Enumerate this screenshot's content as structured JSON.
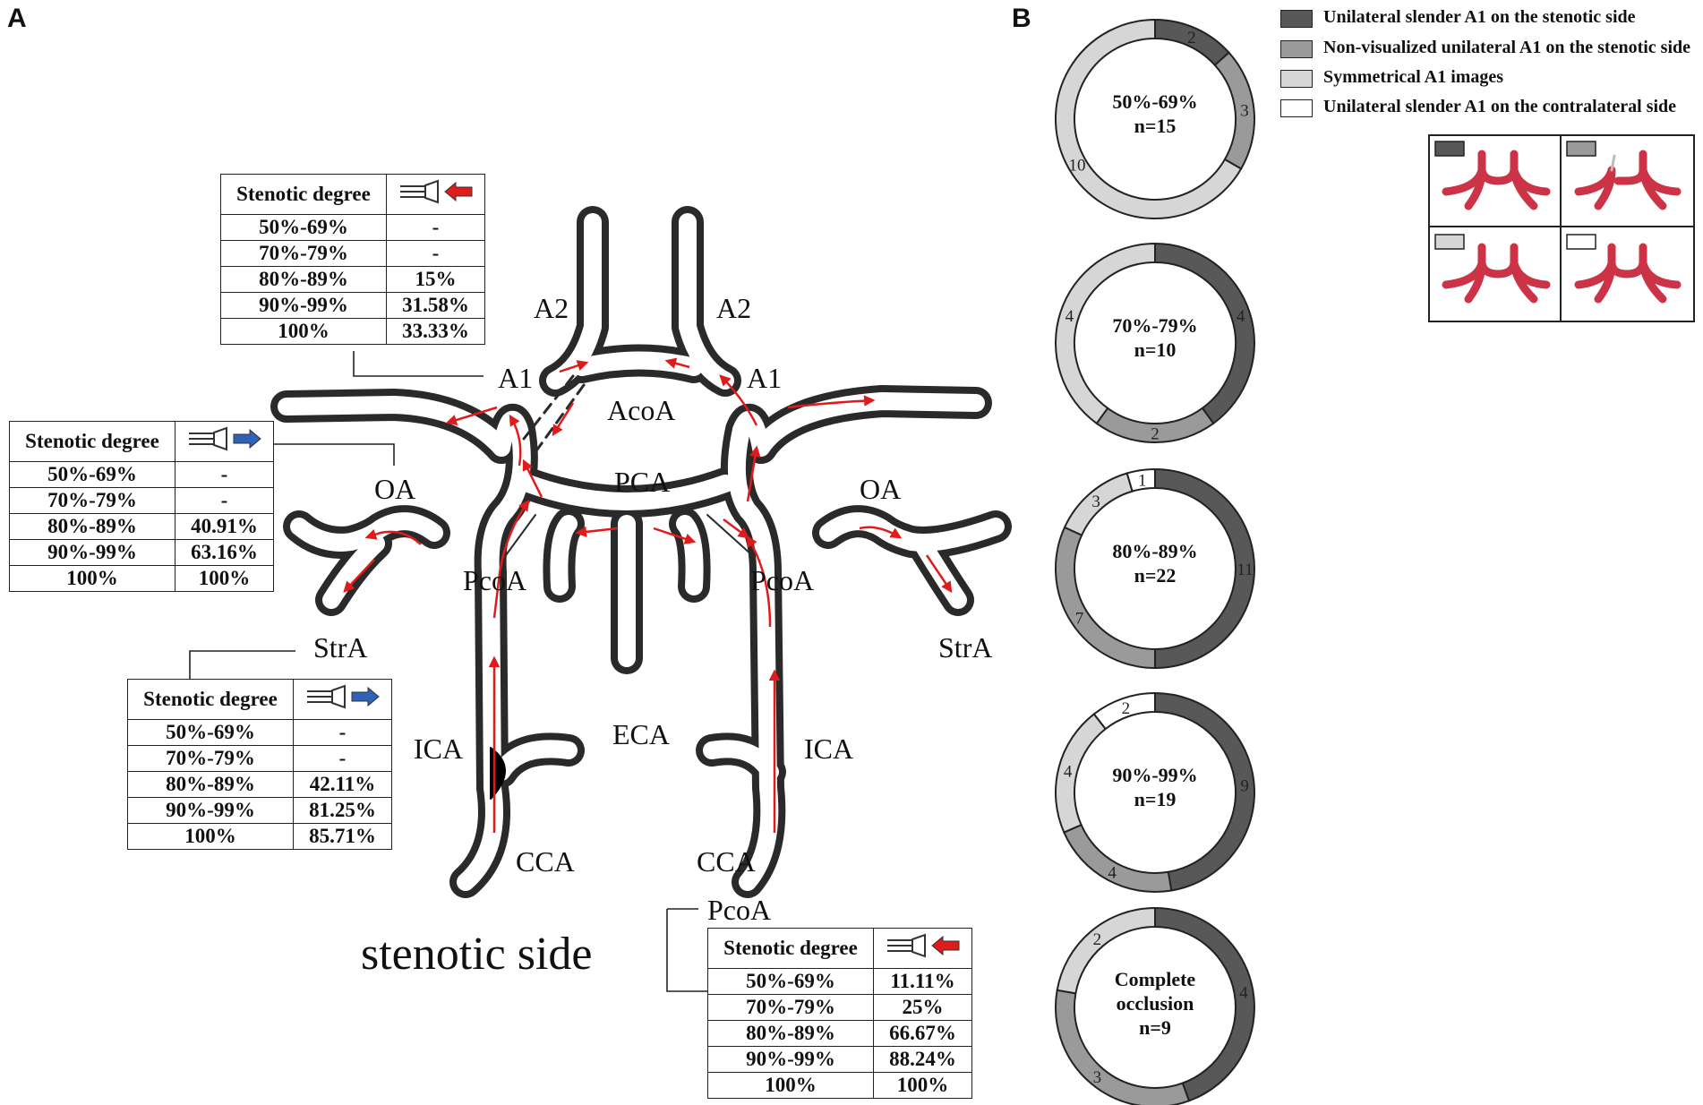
{
  "panel_a": {
    "letter": "A",
    "labels": {
      "a2_left": "A2",
      "a2_right": "A2",
      "a1_left": "A1",
      "a1_right": "A1",
      "acoa": "AcoA",
      "pca": "PCA",
      "oa_left": "OA",
      "oa_right": "OA",
      "pcoa_left": "PcoA",
      "pcoa_right": "PcoA",
      "pcoa_table": "PcoA",
      "stra_left": "StrA",
      "stra_right": "StrA",
      "ica_left": "ICA",
      "ica_right": "ICA",
      "eca": "ECA",
      "cca_left": "CCA",
      "cca_right": "CCA",
      "stenotic_side": "stenotic side"
    },
    "tables": {
      "a1": {
        "header": "Stenotic degree",
        "arrow": "red-left",
        "rows": [
          [
            "50%-69%",
            "-"
          ],
          [
            "70%-79%",
            "-"
          ],
          [
            "80%-89%",
            "15%"
          ],
          [
            "90%-99%",
            "31.58%"
          ],
          [
            "100%",
            "33.33%"
          ]
        ]
      },
      "oa": {
        "header": "Stenotic degree",
        "arrow": "blue-right",
        "rows": [
          [
            "50%-69%",
            "-"
          ],
          [
            "70%-79%",
            "-"
          ],
          [
            "80%-89%",
            "40.91%"
          ],
          [
            "90%-99%",
            "63.16%"
          ],
          [
            "100%",
            "100%"
          ]
        ]
      },
      "stra": {
        "header": "Stenotic degree",
        "arrow": "blue-right",
        "rows": [
          [
            "50%-69%",
            "-"
          ],
          [
            "70%-79%",
            "-"
          ],
          [
            "80%-89%",
            "42.11%"
          ],
          [
            "90%-99%",
            "81.25%"
          ],
          [
            "100%",
            "85.71%"
          ]
        ]
      },
      "pcoa": {
        "header": "Stenotic degree",
        "arrow": "red-left",
        "rows": [
          [
            "50%-69%",
            "11.11%"
          ],
          [
            "70%-79%",
            "25%"
          ],
          [
            "80%-89%",
            "66.67%"
          ],
          [
            "90%-99%",
            "88.24%"
          ],
          [
            "100%",
            "100%"
          ]
        ]
      }
    },
    "colors": {
      "vessel": "#2a2a2a",
      "flow_arrow": "#e01b1b",
      "blue_arrow": "#2e63b8"
    }
  },
  "panel_b": {
    "letter": "B",
    "legend": [
      {
        "label": "Unilateral slender A1 on the stenotic side",
        "color": "#585858"
      },
      {
        "label": "Non-visualized unilateral A1 on the stenotic side",
        "color": "#9a9a9a"
      },
      {
        "label": "Symmetrical A1 images",
        "color": "#d6d6d6"
      },
      {
        "label": "Unilateral slender A1 on the contralateral side",
        "color": "#ffffff"
      }
    ],
    "donuts": [
      {
        "title": [
          "50%-69%",
          "n=15"
        ],
        "segments": [
          2,
          3,
          10,
          0
        ]
      },
      {
        "title": [
          "70%-79%",
          "n=10"
        ],
        "segments": [
          4,
          2,
          4,
          0
        ]
      },
      {
        "title": [
          "80%-89%",
          "n=22"
        ],
        "segments": [
          11,
          7,
          3,
          1
        ]
      },
      {
        "title": [
          "90%-99%",
          "n=19"
        ],
        "segments": [
          9,
          4,
          4,
          2
        ]
      },
      {
        "title": [
          "Complete",
          "occlusion",
          "n=9"
        ],
        "segments": [
          4,
          3,
          2,
          0
        ]
      }
    ],
    "vessel_icon_color": "#cc3347"
  }
}
